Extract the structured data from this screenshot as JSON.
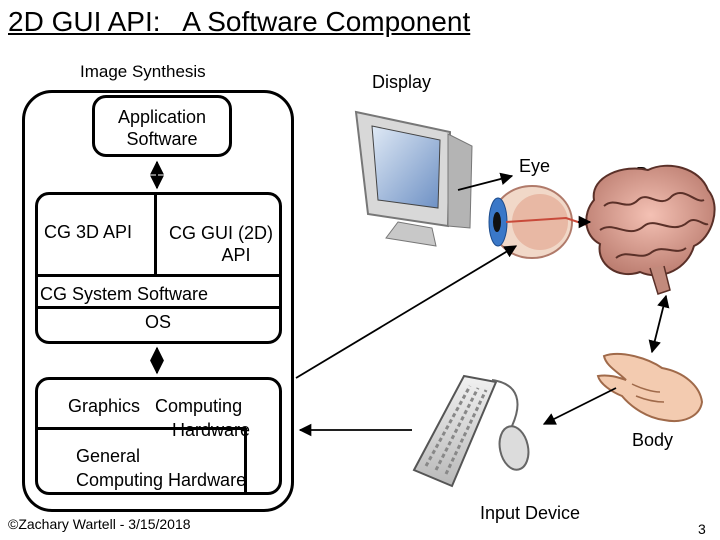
{
  "title": "2D GUI API:   A Software Component",
  "labels": {
    "image_synthesis": "Image Synthesis",
    "display": "Display",
    "application_software": [
      "Application",
      "Software"
    ],
    "cg_3d_api": "CG 3D API",
    "cg_gui_api": [
      "CG GUI (2D)",
      "API"
    ],
    "cg_system_software": "CG System Software",
    "os": "OS",
    "graphics_computing": "Graphics   Computing",
    "hardware": "Hardware",
    "general_computing": [
      "General",
      "Computing Hardware"
    ],
    "eye": "Eye",
    "brain": "Brain",
    "body": "Body",
    "input_device": "Input Device"
  },
  "footer": {
    "copyright": "©Zachary Wartell - 3/15/2018",
    "page_number": "3"
  }
}
